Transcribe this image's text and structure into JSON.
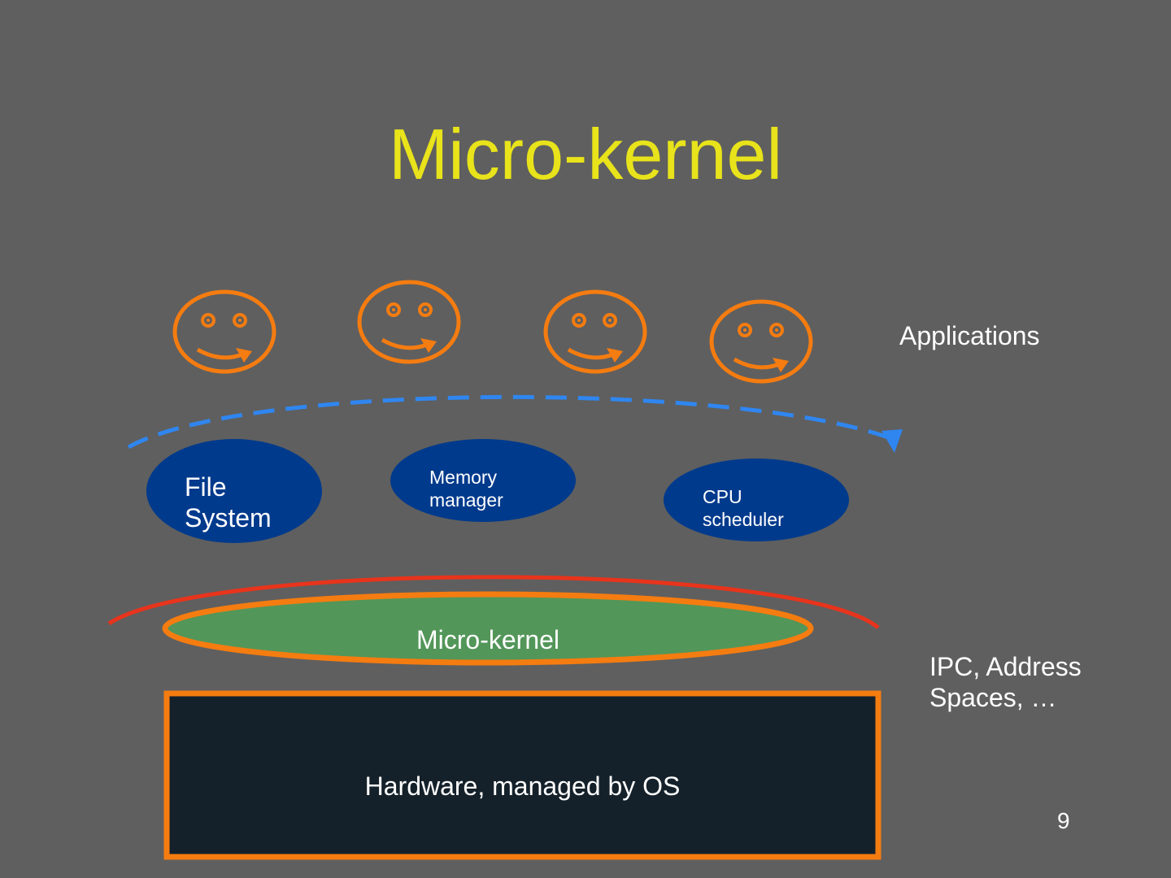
{
  "slide": {
    "title": "Micro-kernel",
    "page_number": "9",
    "background_color": "#5f5f5f",
    "title_color": "#e8e31a"
  },
  "applications": {
    "label": "Applications",
    "icon": "smiley-face-icon",
    "count": 4,
    "color": "#f57c10"
  },
  "services": [
    {
      "label": "File\nSystem",
      "color": "#003a8c"
    },
    {
      "label": "Memory\nmanager",
      "color": "#003a8c"
    },
    {
      "label": "CPU\nscheduler",
      "color": "#003a8c"
    }
  ],
  "ipc_arrow": {
    "color": "#2f86f0"
  },
  "kernel_boundary": {
    "color": "#e8341c"
  },
  "microkernel": {
    "label": "Micro-kernel",
    "fill_color": "#539659",
    "border_color": "#f57c10"
  },
  "microkernel_note": {
    "label": "IPC, Address\nSpaces, …"
  },
  "hardware": {
    "label": "Hardware, managed by OS",
    "fill_color": "#15212a",
    "border_color": "#f57c10"
  }
}
